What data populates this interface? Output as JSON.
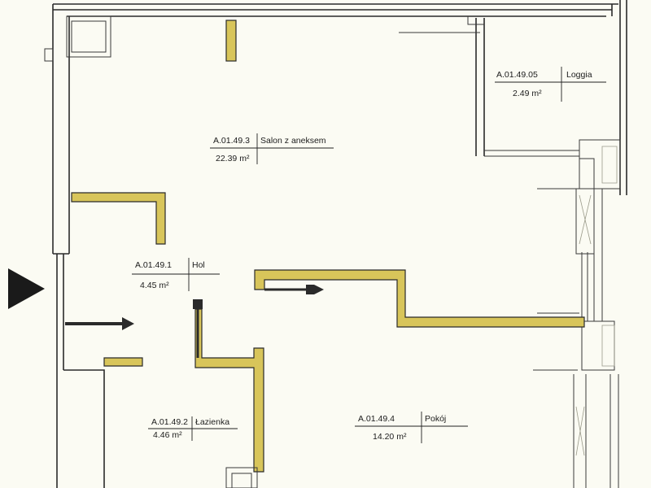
{
  "rooms": [
    {
      "code": "A.01.49.05",
      "name": "Loggia",
      "area": "2.49 m²"
    },
    {
      "code": "A.01.49.3",
      "name": "Salon z aneksem",
      "area": "22.39 m²"
    },
    {
      "code": "A.01.49.1",
      "name": "Hol",
      "area": "4.45 m²"
    },
    {
      "code": "A.01.49.2",
      "name": "Łazienka",
      "area": "4.46 m²"
    },
    {
      "code": "A.01.49.4",
      "name": "Pokój",
      "area": "14.20 m²"
    }
  ],
  "colors": {
    "wall_fill": "#d8c55a",
    "line": "#2a2a2a",
    "background": "#fbfbf3"
  },
  "icons": {
    "entrance": "entrance-arrow-icon",
    "door_swing": "door-arrow-icon"
  }
}
